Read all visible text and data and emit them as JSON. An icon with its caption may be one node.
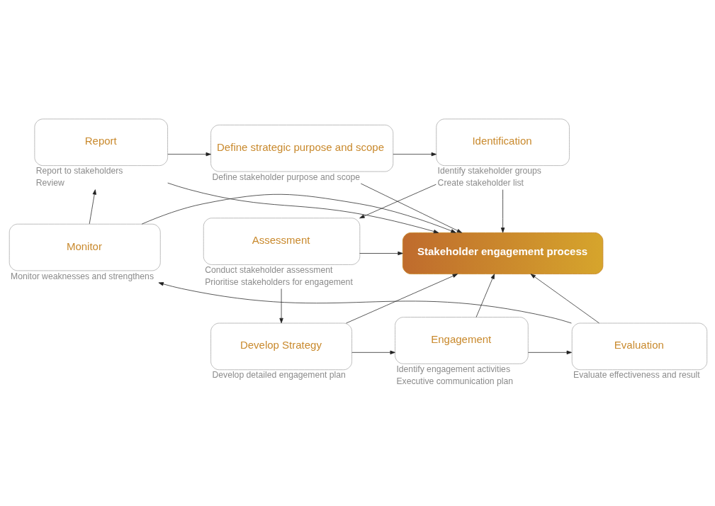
{
  "diagram": {
    "nodes": [
      {
        "text": [
          "Report"
        ],
        "beside": [
          "Report to stakeholders",
          "Review"
        ]
      },
      {
        "text": [
          "Define strategic purpose and scope"
        ],
        "beside": [
          "Define stakeholder purpose and scope"
        ]
      },
      {
        "text": [
          "Identification"
        ],
        "beside": [
          "Identify stakeholder groups",
          "Create stakeholder list"
        ]
      },
      {
        "text": [
          "Monitor"
        ],
        "beside": [
          "Monitor weaknesses and strengthens"
        ]
      },
      {
        "text": [
          "Stakeholder engagement process"
        ]
      },
      {
        "text": [
          "Assessment"
        ],
        "beside": [
          "Conduct stakeholder assessment",
          "Prioritise stakeholders for engagement"
        ]
      },
      {
        "text": [
          "Evaluation"
        ],
        "beside": [
          "Evaluate effectiveness and result"
        ]
      },
      {
        "text": [
          "Engagement"
        ],
        "beside": [
          "Identify engagement activities",
          "Executive communication plan"
        ]
      },
      {
        "text": [
          "Develop Strategy"
        ],
        "beside": [
          "Develop detailed engagement plan"
        ]
      }
    ],
    "edges": [
      {
        "from": 0,
        "to": 1,
        "arrow": "to"
      },
      {
        "from": 1,
        "to": 2,
        "arrow": "to"
      },
      {
        "from": 0,
        "to": 4,
        "arrow": "to"
      },
      {
        "from": 1,
        "to": 4,
        "arrow": "to"
      },
      {
        "from": 2,
        "to": 4,
        "arrow": "to"
      },
      {
        "from": 2,
        "to": 5,
        "arrow": "to"
      },
      {
        "from": 5,
        "to": 4,
        "arrow": "to"
      },
      {
        "from": 5,
        "to": 8,
        "arrow": "to"
      },
      {
        "from": 8,
        "to": 4,
        "arrow": "to"
      },
      {
        "from": 8,
        "to": 7,
        "arrow": "to"
      },
      {
        "from": 7,
        "to": 4,
        "arrow": "to"
      },
      {
        "from": 7,
        "to": 6,
        "arrow": "to"
      },
      {
        "from": 6,
        "to": 4,
        "arrow": "to"
      },
      {
        "from": 6,
        "to": 3,
        "arrow": "to"
      },
      {
        "from": 3,
        "to": 4,
        "arrow": "to"
      },
      {
        "from": 3,
        "to": 0,
        "arrow": "to"
      }
    ]
  }
}
